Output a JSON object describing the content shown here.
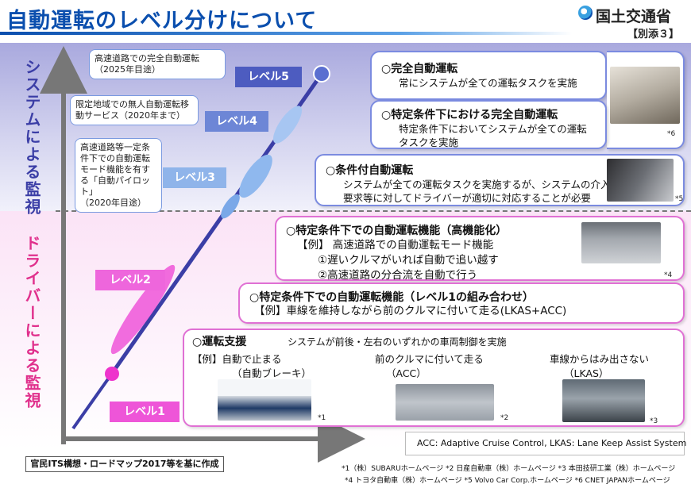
{
  "header": {
    "title": "自動運転のレベル分けについて",
    "ministry": "国土交通省",
    "annex": "【別添３】"
  },
  "axis_labels": {
    "upper": "システムによる監視",
    "lower": "ドライバーによる監視"
  },
  "levels": {
    "l5": "レベル5",
    "l4": "レベル4",
    "l3": "レベル3",
    "l2": "レベル2",
    "l1": "レベル1"
  },
  "bubbles": {
    "b5": [
      "高速道路での完全自動運転",
      "（2025年目途）"
    ],
    "b4": [
      "限定地域での無人自動運転移",
      "動サービス（2020年まで）"
    ],
    "b3": [
      "高速道路等一定条",
      "件下での自動運転",
      "モード機能を有す",
      "る「自動パイロット」",
      "（2020年目途）"
    ]
  },
  "cards": {
    "c5": {
      "head": "○完全自動運転",
      "body": [
        "常にシステムが全ての運転タスクを実施"
      ]
    },
    "c4": {
      "head": "○特定条件下における完全自動運転",
      "body": [
        "特定条件下においてシステムが全ての運転",
        "タスクを実施"
      ]
    },
    "c3": {
      "head": "○条件付自動運転",
      "body": [
        "システムが全ての運転タスクを実施するが、システムの介入",
        "要求等に対してドライバーが適切に対応することが必要"
      ]
    },
    "c2": {
      "head": "○特定条件下での自動運転機能（高機能化）",
      "body": [
        "【例】 高速道路での自動運転モード機能",
        "①遅いクルマがいれば自動で追い越す",
        "②高速道路の分合流を自動で行う"
      ]
    },
    "c2b": {
      "head": "○特定条件下での自動運転機能（レベル1の組み合わせ）",
      "body": [
        "【例】車線を維持しながら前のクルマに付いて走る(LKAS+ACC)"
      ]
    },
    "c1": {
      "head": "○運転支援",
      "desc": "システムが前後・左右のいずれかの車両制御を実施",
      "ex1a": "【例】自動で止まる",
      "ex1b": "（自動ブレーキ）",
      "ex2a": "前のクルマに付いて走る",
      "ex2b": "（ACC）",
      "ex3a": "車線からはみ出さない",
      "ex3b": "（LKAS）"
    }
  },
  "refs": {
    "r6": "*6",
    "r5": "*5",
    "r4": "*4",
    "r1": "*1",
    "r2": "*2",
    "r3": "*3"
  },
  "acc_note": "ACC: Adaptive Cruise Control, LKAS: Lane Keep Assist System",
  "source_note": "官民ITS構想・ロードマップ2017等を基に作成",
  "footnotes": [
    "*1（株）SUBARUホームページ *2 日産自動車（株）ホームページ *3 本田技研工業（株）ホームページ",
    "*4 トヨタ自動車（株）ホームページ *5 Volvo Car Corp.ホームページ *6 CNET JAPANホームページ"
  ],
  "colors": {
    "blue": "#0b4fae",
    "system": "#3b3ea6",
    "driver": "#e0308c",
    "level_blue": "#5a6fd0",
    "level_pink": "#e848d0"
  }
}
